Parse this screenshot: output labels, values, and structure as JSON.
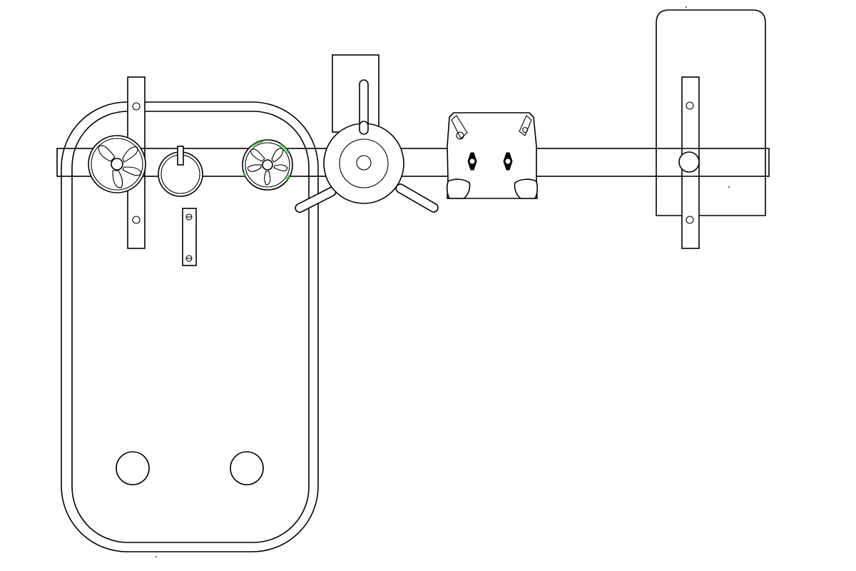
{
  "diagram": {
    "type": "machine-schematic",
    "colors": {
      "line": "#000000",
      "background": "#ffffff",
      "accent": "#2eb82e"
    },
    "components": [
      {
        "id": "conveyor-loop",
        "kind": "rounded-loop"
      },
      {
        "id": "horizontal-rail",
        "kind": "rail"
      },
      {
        "id": "guide-rail-left",
        "kind": "vertical-slotted-rail"
      },
      {
        "id": "spoked-wheel-left",
        "kind": "spoked-wheel"
      },
      {
        "id": "ring-sensor",
        "kind": "ring"
      },
      {
        "id": "small-bracket",
        "kind": "bracket"
      },
      {
        "id": "spoked-wheel-right",
        "kind": "spoked-wheel",
        "highlighted": true
      },
      {
        "id": "bottom-roller-left",
        "kind": "roller"
      },
      {
        "id": "bottom-roller-right",
        "kind": "roller"
      },
      {
        "id": "main-drive-wheel",
        "kind": "wheel-with-arms"
      },
      {
        "id": "tension-arm",
        "kind": "vertical-slot-arm"
      },
      {
        "id": "clamp-head",
        "kind": "clamp"
      },
      {
        "id": "right-housing",
        "kind": "housing"
      },
      {
        "id": "guide-rail-right",
        "kind": "vertical-slotted-rail"
      }
    ]
  }
}
